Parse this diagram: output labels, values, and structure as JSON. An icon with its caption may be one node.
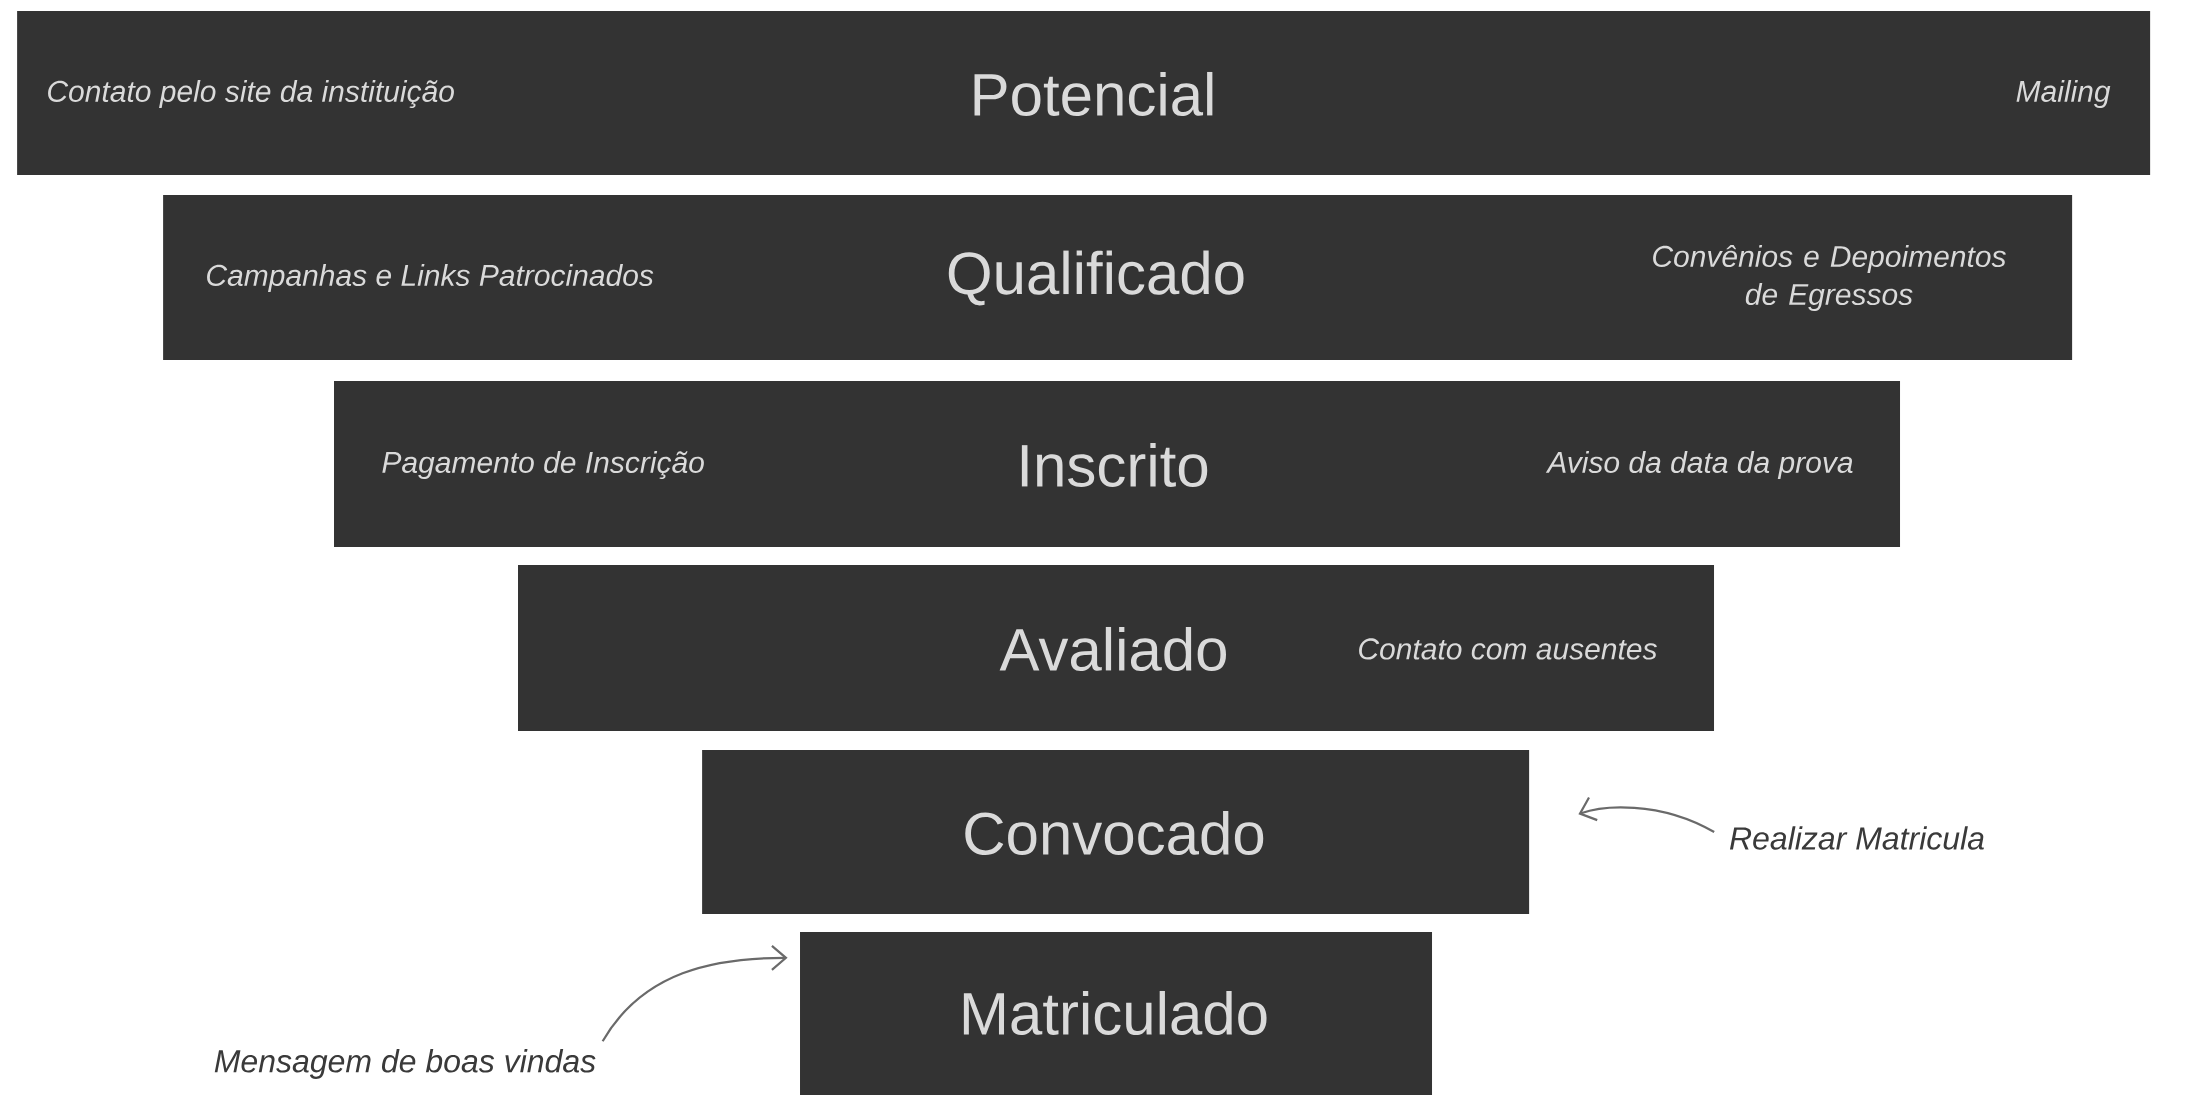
{
  "diagram": {
    "nodes": [
      {
        "text": [
          "Contato pelo site da instituição",
          "Potencial",
          "Mailing"
        ]
      },
      {
        "text": [
          "Campanhas e Links Patrocinados",
          "Qualificado",
          "Convênios e Depoimentos de Egressos"
        ]
      },
      {
        "text": [
          "Pagamento de Inscrição",
          "Inscrito",
          "Aviso da data da prova"
        ]
      },
      {
        "text": [
          "Avaliado",
          "Contato com ausentes"
        ]
      },
      {
        "text": [
          "Convocado"
        ]
      },
      {
        "text": [
          "Matriculado"
        ]
      },
      {
        "text": [
          "Realizar Matricula"
        ]
      },
      {
        "text": [
          "Mensagem de boas vindas"
        ]
      }
    ],
    "edges": [
      {
        "from": 6,
        "to": 4,
        "arrow": "to"
      },
      {
        "from": 7,
        "to": 5,
        "arrow": "to"
      }
    ]
  }
}
